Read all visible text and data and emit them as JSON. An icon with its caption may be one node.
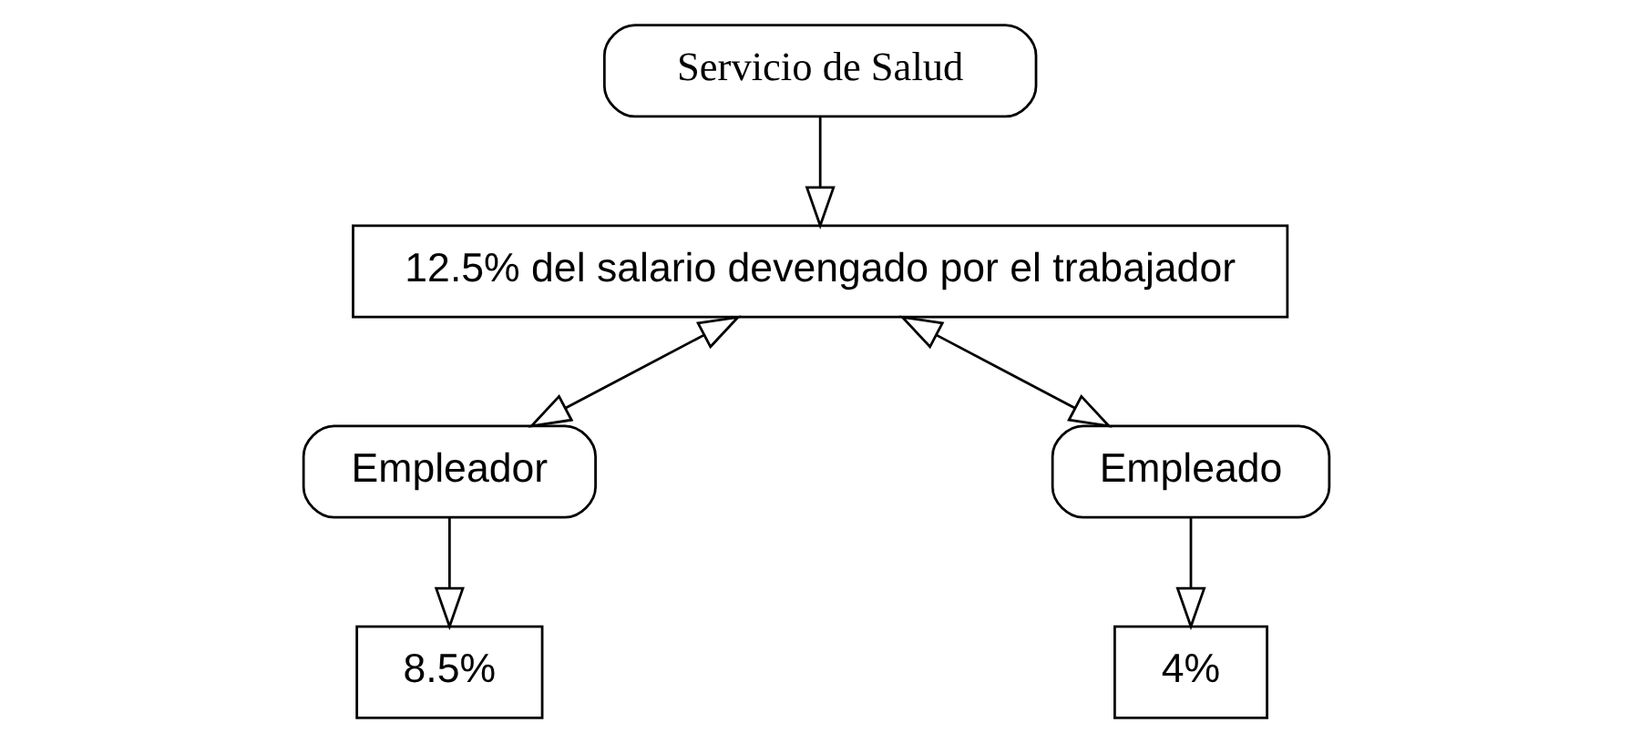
{
  "diagram": {
    "nodes": [
      {
        "text": [
          "Servicio de Salud"
        ]
      },
      {
        "text": [
          "12.5% del salario devengado por el trabajador"
        ]
      },
      {
        "text": [
          "Empleador"
        ]
      },
      {
        "text": [
          "Empleado"
        ]
      },
      {
        "text": [
          "8.5%"
        ]
      },
      {
        "text": [
          "4%"
        ]
      }
    ],
    "edges": [
      {
        "from": 0,
        "to": 1,
        "arrow": "to"
      },
      {
        "from": 1,
        "to": 2,
        "arrow": "both"
      },
      {
        "from": 1,
        "to": 3,
        "arrow": "both"
      },
      {
        "from": 2,
        "to": 4,
        "arrow": "to"
      },
      {
        "from": 3,
        "to": 5,
        "arrow": "to"
      }
    ]
  }
}
